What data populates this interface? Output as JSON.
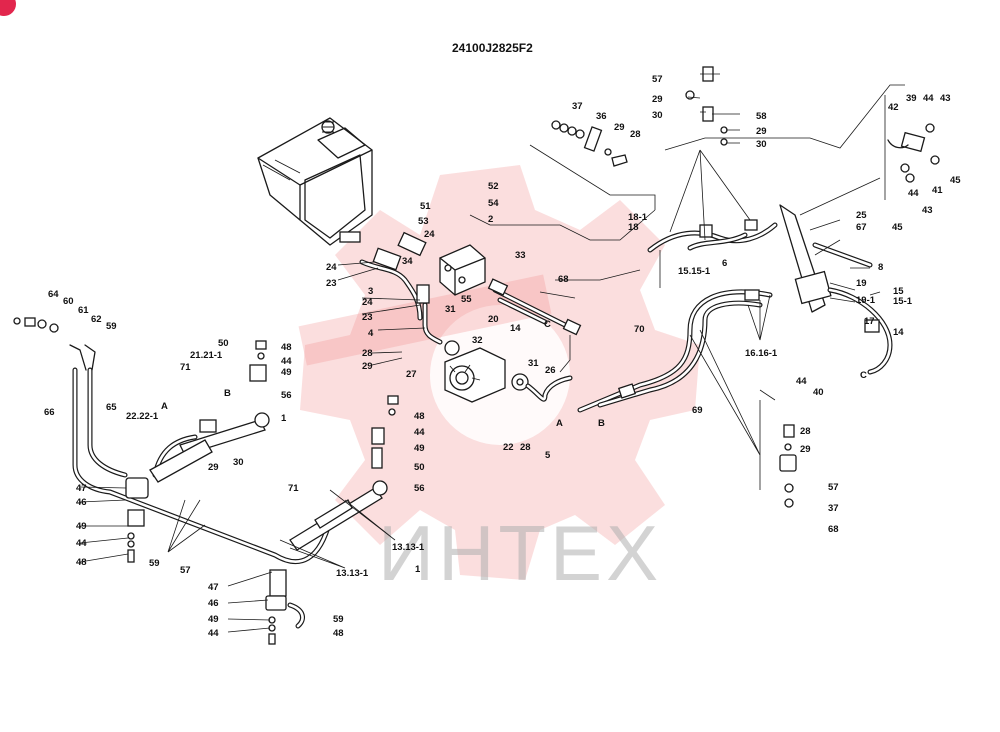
{
  "diagram": {
    "code": "24100J2825F2",
    "watermark": "ИНТЕХ",
    "callouts": {
      "c1a": "1",
      "c1b": "1",
      "c2": "2",
      "c3": "3",
      "c4": "4",
      "c5": "5",
      "c6": "6",
      "c8": "8",
      "c13": "13.13-1",
      "c13b": "13.13-1",
      "c14": "14",
      "c14b": "14",
      "c15a": "15",
      "c151": "15-1",
      "c1515": "15.15-1",
      "c16": "16.16-1",
      "c17": "17",
      "c18": "18",
      "c181": "18-1",
      "c19": "19",
      "c191": "19-1",
      "c20": "20",
      "c2121": "21.21-1",
      "c22a": "22",
      "c22b": "22.22-1",
      "c23a": "23",
      "c23b": "23",
      "c24a": "24",
      "c24b": "24",
      "c24c": "24",
      "c25": "25",
      "c26": "26",
      "c27": "27",
      "c28a": "28",
      "c28b": "28",
      "c28c": "28",
      "c28d": "28",
      "c29a": "29",
      "c29b": "29",
      "c29c": "29",
      "c29d": "29",
      "c29e": "29",
      "c29f": "29",
      "c30a": "30",
      "c30b": "30",
      "c30c": "30",
      "c31a": "31",
      "c31b": "31",
      "c32": "32",
      "c33": "33",
      "c34": "34",
      "c36": "36",
      "c37a": "37",
      "c37b": "37",
      "c39": "39",
      "c40": "40",
      "c41": "41",
      "c42": "42",
      "c43a": "43",
      "c43b": "43",
      "c44a": "44",
      "c44b": "44",
      "c44c": "44",
      "c44d": "44",
      "c44e": "44",
      "c44f": "44",
      "c44g": "44",
      "c45a": "45",
      "c45b": "45",
      "c46a": "46",
      "c46b": "46",
      "c47a": "47",
      "c47b": "47",
      "c48a": "48",
      "c48b": "48",
      "c48c": "48",
      "c48d": "48",
      "c49a": "49",
      "c49b": "49",
      "c49c": "49",
      "c49d": "49",
      "c50a": "50",
      "c50b": "50",
      "c51": "51",
      "c52": "52",
      "c53": "53",
      "c54": "54",
      "c55": "55",
      "c56a": "56",
      "c56b": "56",
      "c57a": "57",
      "c57b": "57",
      "c57c": "57",
      "c58": "58",
      "c59a": "59",
      "c59b": "59",
      "c59c": "59",
      "c60": "60",
      "c61": "61",
      "c62": "62",
      "c64": "64",
      "c65": "65",
      "c66": "66",
      "c67": "67",
      "c68a": "68",
      "c68b": "68",
      "c69": "69",
      "c70": "70",
      "c71a": "71",
      "c71b": "71"
    },
    "connectors": {
      "aL": "A",
      "bL": "B",
      "aR": "A",
      "bR": "B",
      "cMid": "C",
      "cRight": "C"
    }
  }
}
